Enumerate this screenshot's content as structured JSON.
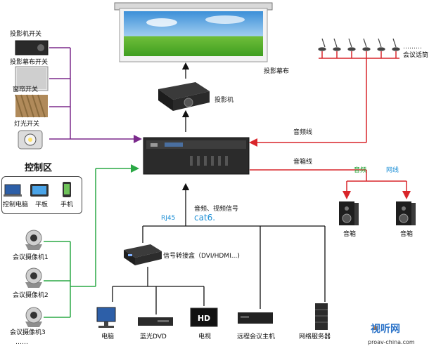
{
  "left_panel": {
    "projector_switch": "投影机开关",
    "screen_switch": "投影幕布开关",
    "curtain_switch": "窗帘开关",
    "light_switch": "灯光开关"
  },
  "control_area": {
    "title": "控制区",
    "items": [
      "控制电脑",
      "平板",
      "手机"
    ]
  },
  "cameras": [
    "会议摄像机1",
    "会议摄像机2",
    "会议摄像机3"
  ],
  "cameras_ellipsis": "……",
  "top": {
    "screen_label": "投影幕布",
    "projector_label": "投影机",
    "mic_label": "会议话筒",
    "mic_ellipsis": "………"
  },
  "links": {
    "audio_line": "音频线",
    "speaker_line": "音箱线",
    "audio": "音频",
    "network_line": "网线",
    "rj45": "RJ45",
    "av_signal": "音频、视频信号",
    "cat6": "cat6."
  },
  "center_device_label": "",
  "converter_label": "信号转接盒（DVI/HDMI...)",
  "speakers": [
    "音箱",
    "音箱"
  ],
  "bottom_devices": [
    "电脑",
    "蓝光DVD",
    "电视",
    "远程会议主机",
    "网络服务器"
  ],
  "tv_badge": "HD",
  "brand": {
    "name": "视听网",
    "url": "proav-china.com"
  },
  "colors": {
    "purple": "#7b2a8c",
    "green": "#2aa845",
    "red": "#d9252a",
    "black": "#111111"
  }
}
